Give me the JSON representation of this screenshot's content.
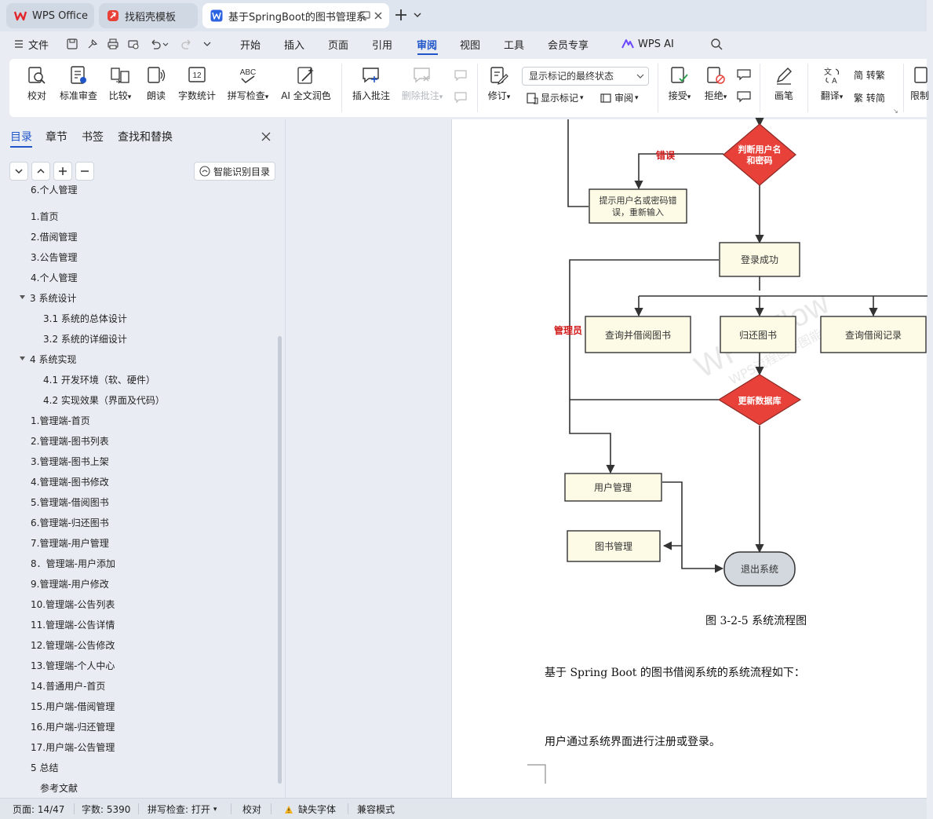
{
  "tabs": [
    {
      "label": "WPS Office"
    },
    {
      "label": "找稻壳模板"
    },
    {
      "label": "基于SpringBoot的图书管理系"
    }
  ],
  "menu": {
    "file": "文件",
    "items": [
      "开始",
      "插入",
      "页面",
      "引用",
      "审阅",
      "视图",
      "工具",
      "会员专享"
    ],
    "active": "审阅",
    "wps_ai": "WPS AI"
  },
  "ribbon": {
    "proofread": "校对",
    "standard_review": "标准审查",
    "compare": "比较",
    "read_aloud": "朗读",
    "word_count": "字数统计",
    "spell_check": "拼写检查",
    "ai_polish": "AI 全文润色",
    "insert_comment": "插入批注",
    "delete_comment": "删除批注",
    "track_changes": "修订",
    "show_markup_state": "显示标记的最终状态",
    "show_markup": "显示标记",
    "review": "审阅",
    "accept": "接受",
    "reject": "拒绝",
    "pen": "画笔",
    "translate": "翻译",
    "to_traditional": "简 转繁",
    "to_simplified": "繁 转简",
    "restrict": "限制",
    "icon_texts": {
      "word_count": "12",
      "spell": "ABC"
    }
  },
  "sidebar": {
    "tabs": [
      "目录",
      "章节",
      "书签",
      "查找和替换"
    ],
    "active_tab": "目录",
    "smart_toc": "智能识别目录",
    "toc": [
      {
        "text": "6.个人管理",
        "level": 1
      },
      {
        "text": "1.首页",
        "level": 1
      },
      {
        "text": "2.借阅管理",
        "level": 1
      },
      {
        "text": "3.公告管理",
        "level": 1
      },
      {
        "text": "4.个人管理",
        "level": 1
      },
      {
        "text": "3 系统设计",
        "level": 0
      },
      {
        "text": "3.1 系统的总体设计",
        "level": 2
      },
      {
        "text": "3.2  系统的详细设计",
        "level": 2
      },
      {
        "text": "4 系统实现",
        "level": 0
      },
      {
        "text": "4.1  开发环境（软、硬件）",
        "level": 2
      },
      {
        "text": "4.2  实现效果（界面及代码）",
        "level": 2
      },
      {
        "text": "1.管理端-首页",
        "level": 1
      },
      {
        "text": "2.管理端-图书列表",
        "level": 1
      },
      {
        "text": "3.管理端-图书上架",
        "level": 1
      },
      {
        "text": "4.管理端-图书修改",
        "level": 1
      },
      {
        "text": "5.管理端-借阅图书",
        "level": 1
      },
      {
        "text": "6.管理端-归还图书",
        "level": 1
      },
      {
        "text": "7.管理端-用户管理",
        "level": 1
      },
      {
        "text": "8．管理端-用户添加",
        "level": 1
      },
      {
        "text": "9.管理端-用户修改",
        "level": 1
      },
      {
        "text": "10.管理端-公告列表",
        "level": 1
      },
      {
        "text": "11.管理端-公告详情",
        "level": 1
      },
      {
        "text": "12.管理端-公告修改",
        "level": 1
      },
      {
        "text": "13.管理端-个人中心",
        "level": 1
      },
      {
        "text": "14.普通用户-首页",
        "level": 1
      },
      {
        "text": "15.用户端-借阅管理",
        "level": 1
      },
      {
        "text": "16.用户端-归还管理",
        "level": 1
      },
      {
        "text": "17.用户端-公告管理",
        "level": 1
      },
      {
        "text": "5 总结",
        "level": 1
      },
      {
        "text": "参考文献",
        "level": 3
      }
    ]
  },
  "flowchart": {
    "nodes": {
      "judge": "判断用户名和密码",
      "error_prompt": "提示用户名或密码错误，重新输入",
      "login_ok": "登录成功",
      "query_borrow": "查询并借阅图书",
      "return_book": "归还图书",
      "query_records": "查询借阅记录",
      "update_db": "更新数据库",
      "user_mgmt": "用户管理",
      "book_mgmt": "图书管理",
      "exit": "退出系统"
    },
    "edge_labels": {
      "error": "错误",
      "admin": "管理员"
    },
    "watermark": "WPS Flow",
    "watermark_sub": "WPS流程图作图能力"
  },
  "document": {
    "caption": "图 3-2-5 系统流程图",
    "paragraphs": [
      "基于 Spring Boot 的图书借阅系统的系统流程如下：",
      "用户通过系统界面进行注册或登录。"
    ]
  },
  "status": {
    "page": "页面: 14/47",
    "words": "字数: 5390",
    "spell": "拼写检查: 打开",
    "proofread": "校对",
    "missing_font": "缺失字体",
    "compat": "兼容模式"
  },
  "colors": {
    "accent": "#1f55c9",
    "decision": "#e8413a",
    "process_fill": "#fdfbe6",
    "terminal_fill": "#d3d8de",
    "edge_label": "#d11a1a"
  }
}
